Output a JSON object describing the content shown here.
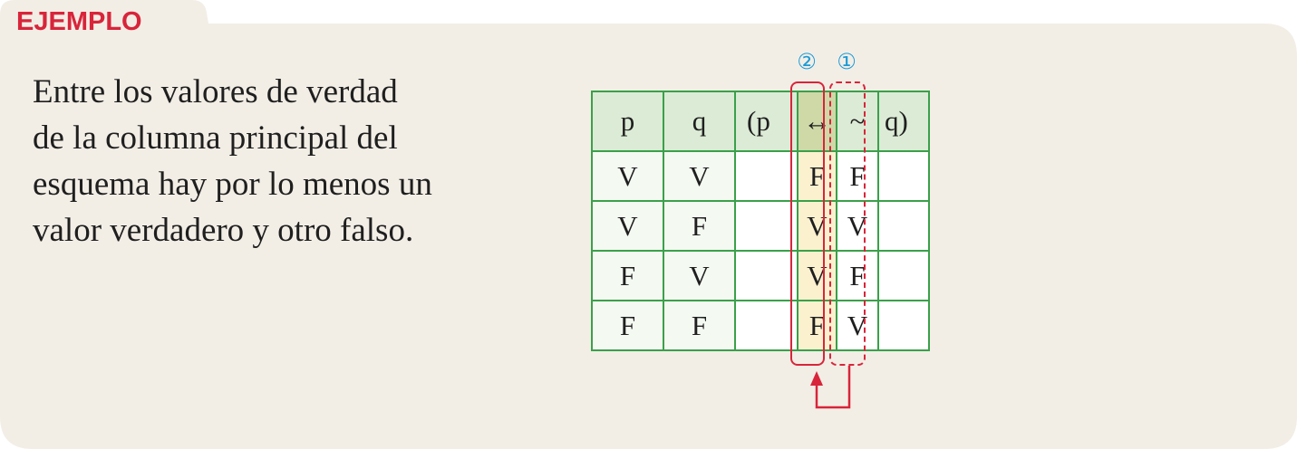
{
  "title": "EJEMPLO",
  "text_lines": [
    "Entre los valores de verdad",
    "de la columna principal del",
    "esquema hay por lo menos un",
    "valor verdadero y otro falso."
  ],
  "step_markers": [
    "②",
    "①"
  ],
  "table": {
    "headers": [
      "p",
      "q",
      "(p",
      "↔",
      "~",
      "q)"
    ],
    "rows": [
      [
        "V",
        "V",
        "",
        "F",
        "F",
        ""
      ],
      [
        "V",
        "F",
        "",
        "V",
        "V",
        ""
      ],
      [
        "F",
        "V",
        "",
        "V",
        "F",
        ""
      ],
      [
        "F",
        "F",
        "",
        "F",
        "V",
        ""
      ]
    ]
  },
  "colors": {
    "title": "#d8253a",
    "card_background": "#f2eee6",
    "table_border": "#3aa04a",
    "header_fill": "#dcebd6",
    "principal_column_fill": "#fbf1cf",
    "highlight": "#d8253a",
    "step_marker": "#1b9ad6"
  },
  "icons": [
    "arrow-from-negation-to-principal-icon"
  ]
}
